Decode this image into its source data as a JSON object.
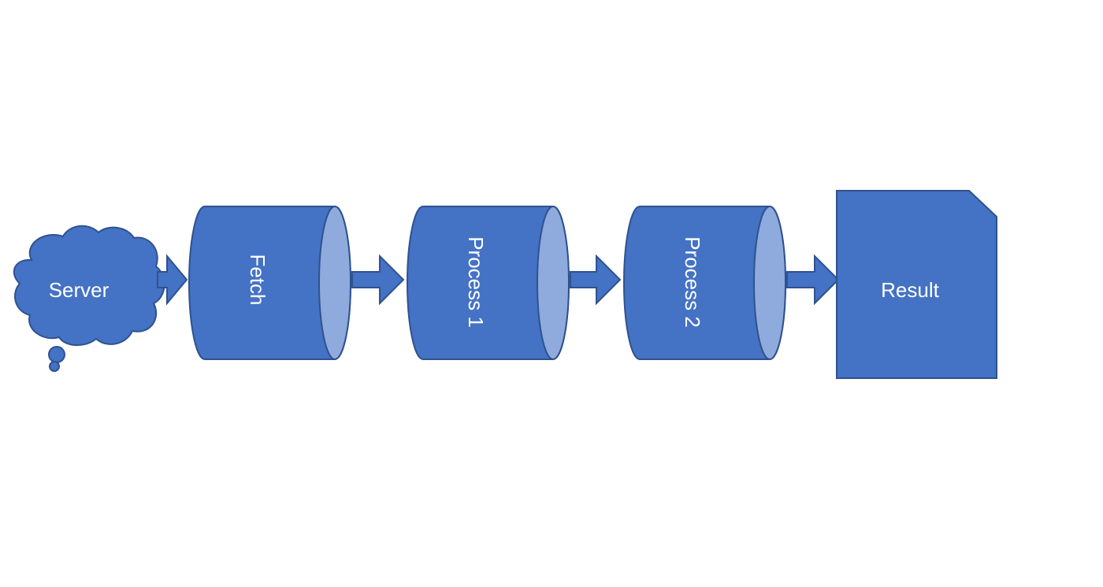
{
  "diagram": {
    "colors": {
      "fill": "#4472C4",
      "stroke": "#2F528F",
      "cap": "#8FAADC",
      "text": "#FFFFFF",
      "background": "#FFFFFF"
    },
    "nodes": {
      "server": {
        "label": "Server",
        "shape": "cloud"
      },
      "fetch": {
        "label": "Fetch",
        "shape": "cylinder-horizontal"
      },
      "process1": {
        "label": "Process 1",
        "shape": "cylinder-horizontal"
      },
      "process2": {
        "label": "Process 2",
        "shape": "cylinder-horizontal"
      },
      "result": {
        "label": "Result",
        "shape": "snipped-corner-rectangle"
      }
    },
    "edges": [
      {
        "from": "Server",
        "to": "Fetch"
      },
      {
        "from": "Fetch",
        "to": "Process 1"
      },
      {
        "from": "Process 1",
        "to": "Process 2"
      },
      {
        "from": "Process 2",
        "to": "Result"
      }
    ]
  }
}
